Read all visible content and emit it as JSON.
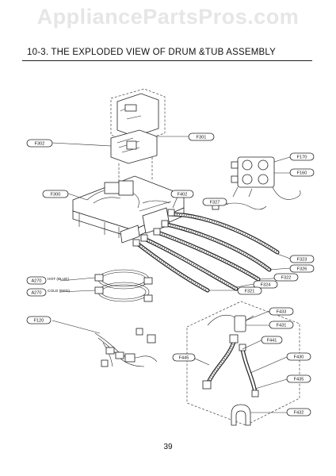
{
  "watermark": "AppliancePartsPros.com",
  "section_title": "10-3. THE EXPLODED VIEW OF DRUM &TUB ASSEMBLY",
  "page_number": "39",
  "callouts": {
    "F300": "F300",
    "F302": "F302",
    "F301": "F301",
    "F170": "F170",
    "F160": "F160",
    "F327": "F327",
    "F402": "F402",
    "F323": "F323",
    "F326": "F326",
    "F322": "F322",
    "F324": "F324",
    "F321": "F321",
    "A270_hot": "A270",
    "A270_cold": "A270",
    "F120": "F120",
    "F433": "F433",
    "F431": "F431",
    "F441": "F441",
    "F445": "F445",
    "F430": "F430",
    "F435": "F435",
    "F432": "F432"
  },
  "labels": {
    "hot": "HOT (BLUE)",
    "cold": "COLD (RED)"
  }
}
